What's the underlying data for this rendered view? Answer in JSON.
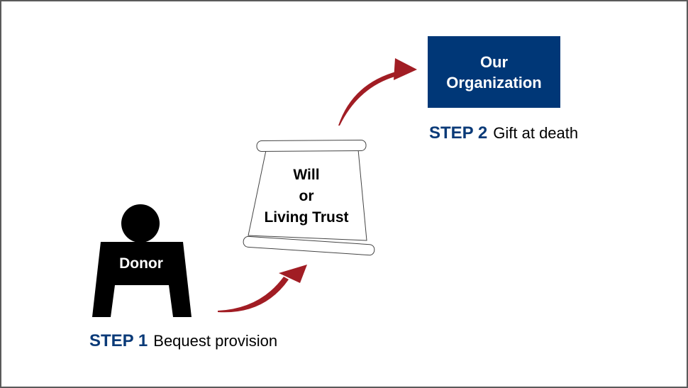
{
  "organization": {
    "line1": "Our",
    "line2": "Organization"
  },
  "document": {
    "line1": "Will",
    "line2": "or",
    "line3": "Living Trust"
  },
  "donor": {
    "label": "Donor"
  },
  "steps": [
    {
      "label": "STEP 1",
      "text": "Bequest provision"
    },
    {
      "label": "STEP 2",
      "text": "Gift at death"
    }
  ],
  "colors": {
    "navy": "#003777",
    "arrow": "#a11d24",
    "donor": "#000000"
  }
}
